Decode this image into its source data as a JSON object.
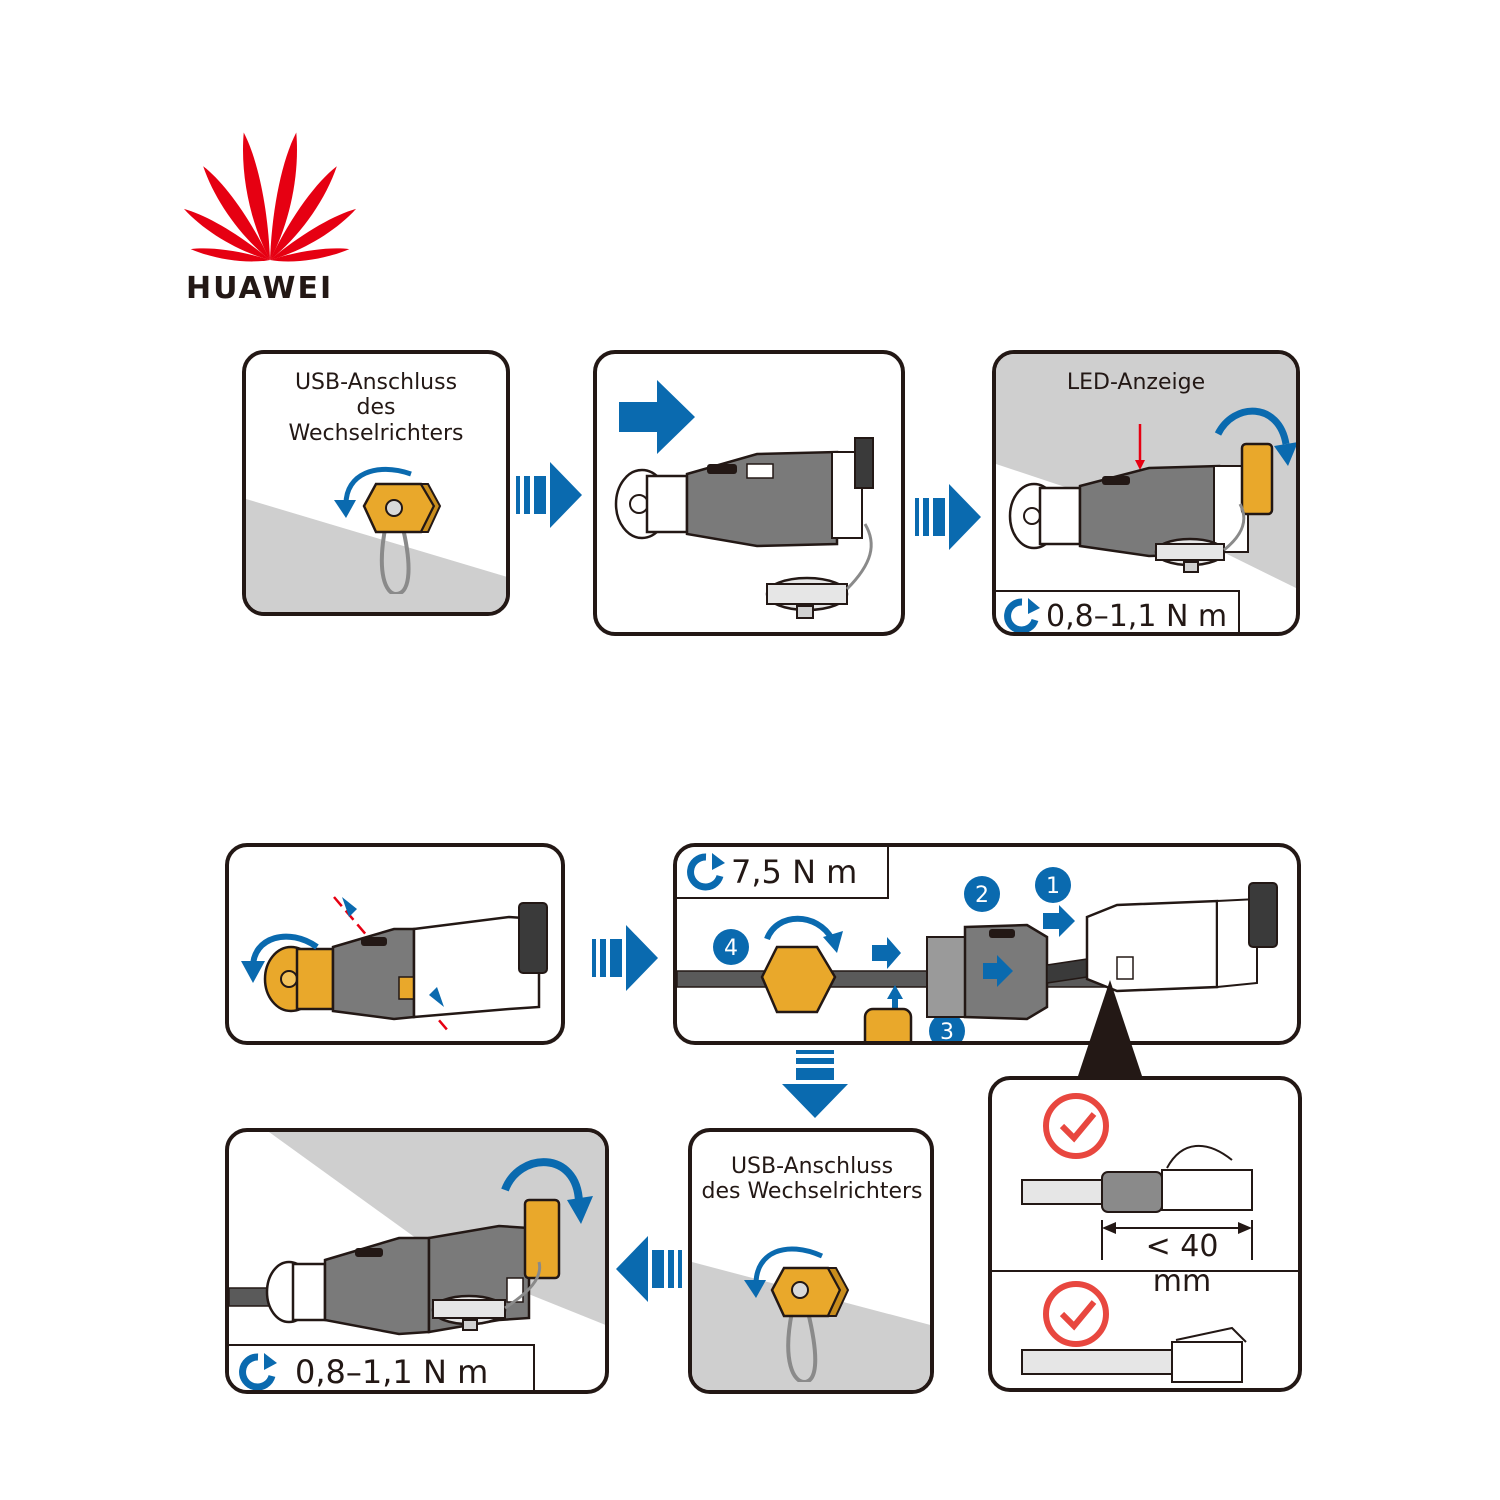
{
  "brand": {
    "name": "HUAWEI",
    "logo_color": "#e60012"
  },
  "colors": {
    "arrow": "#0a6aaf",
    "outline": "#231815",
    "wall": "#cfcfcf",
    "connector_gray": "#7a7a7a",
    "gold": "#e9a82b",
    "check": "#e8473f"
  },
  "labels": {
    "usb_port_line1": "USB-Anschluss",
    "usb_port_line2": "des",
    "usb_port_line3": "Wechselrichters",
    "led_indicator": "LED-Anzeige",
    "torque_small": "0,8–1,1 N m",
    "torque_large": "7,5 N m",
    "usb_port_b_line1": "USB-Anschluss",
    "usb_port_b_line2": "des Wechselrichters",
    "cable_length": "< 40 mm"
  },
  "steps": [
    "1",
    "2",
    "3",
    "4"
  ],
  "icons": [
    "rotate-clockwise-icon",
    "rotate-counterclockwise-icon",
    "check-mark-icon",
    "flow-arrow-icon"
  ]
}
